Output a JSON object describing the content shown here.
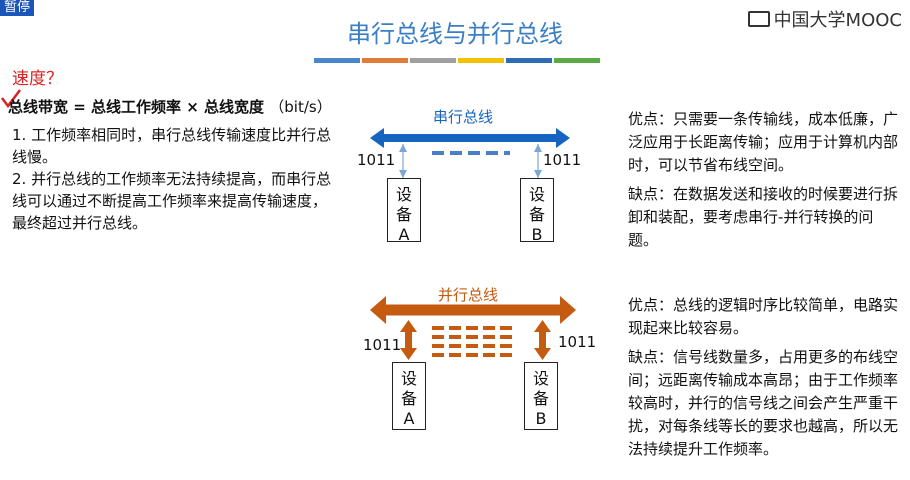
{
  "header": {
    "pause_label": "暂停",
    "title": "串行总线与并行总线",
    "logo_text": "中国大学MOOC",
    "stripe_colors": [
      "#4a86c8",
      "#e07b39",
      "#a0a0a0",
      "#f2c200",
      "#2e6db6",
      "#5aab46"
    ]
  },
  "left": {
    "speed_question": "速度？",
    "formula": "总线带宽 = 总线工作频率 × 总线宽度",
    "formula_unit": "（bit/s）",
    "points": [
      "1. 工作频率相同时，串行总线传输速度比并行总线慢。",
      "2. 并行总线的工作频率无法持续提高，而串行总线可以通过不断提高工作频率来提高传输速度，最终超过并行总线。"
    ]
  },
  "serial": {
    "label": "串行总线",
    "left_value": "1011",
    "right_value": "1011",
    "device_a": [
      "设",
      "备",
      "A"
    ],
    "device_b": [
      "设",
      "备",
      "B"
    ],
    "pros": "优点：只需要一条传输线，成本低廉，广泛应用于长距离传输；应用于计算机内部时，可以节省布线空间。",
    "cons": "缺点：在数据发送和接收的时候要进行拆卸和装配，要考虑串行-并行转换的问题。"
  },
  "parallel": {
    "label": "并行总线",
    "left_value": "1011",
    "right_value": "1011",
    "device_a": [
      "设",
      "备",
      "A"
    ],
    "device_b": [
      "设",
      "备",
      "B"
    ],
    "pros": "优点：总线的逻辑时序比较简单，电路实现起来比较容易。",
    "cons": "缺点：信号线数量多，占用更多的布线空间；远距离传输成本高昂；由于工作频率较高时，并行的信号线之间会产生严重干扰，对每条线等长的要求也越高，所以无法持续提升工作频率。"
  },
  "colors": {
    "serial_blue": "#1565c0",
    "parallel_orange": "#c55a11",
    "title_blue": "#3a7fc4",
    "question_red": "#dd2222"
  }
}
